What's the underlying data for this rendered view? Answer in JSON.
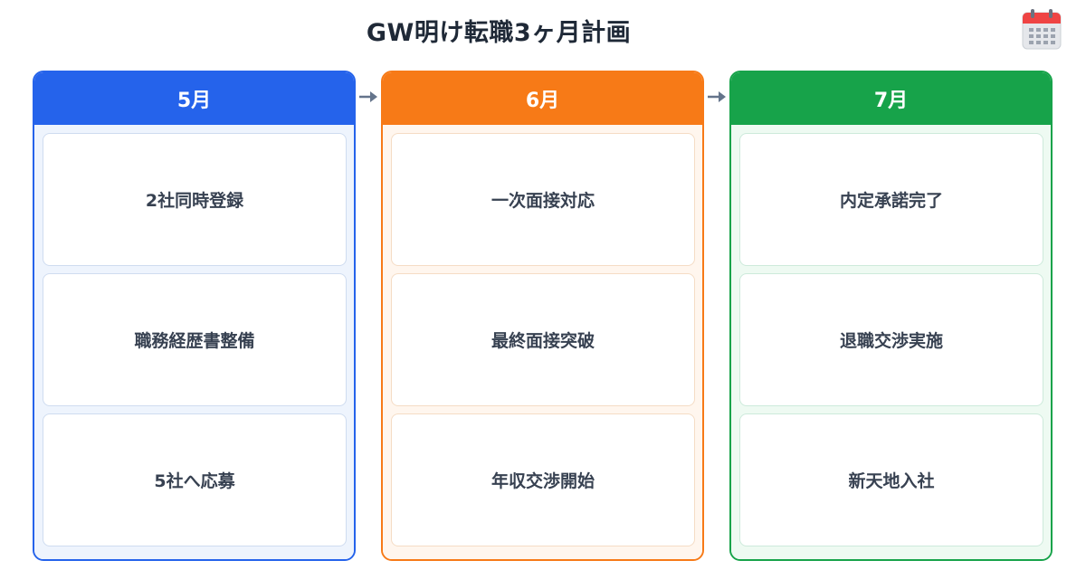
{
  "title": "GW明け転職3ヶ月計画",
  "icon": "calendar-icon",
  "colors": {
    "blue": "#2563eb",
    "orange": "#f77a17",
    "green": "#17a34a",
    "arrow": "#64748b"
  },
  "columns": [
    {
      "month": "5月",
      "accent": "#2563eb",
      "bg": "#eef4fd",
      "card_border": "#cfdcf0",
      "tasks": [
        "2社同時登録",
        "職務経歴書整備",
        "5社へ応募"
      ]
    },
    {
      "month": "6月",
      "accent": "#f77a17",
      "bg": "#fff6ee",
      "card_border": "#f5dcc5",
      "tasks": [
        "一次面接対応",
        "最終面接突破",
        "年収交渉開始"
      ]
    },
    {
      "month": "7月",
      "accent": "#17a34a",
      "bg": "#eefaf2",
      "card_border": "#cdeadb",
      "tasks": [
        "内定承諾完了",
        "退職交渉実施",
        "新天地入社"
      ]
    }
  ]
}
